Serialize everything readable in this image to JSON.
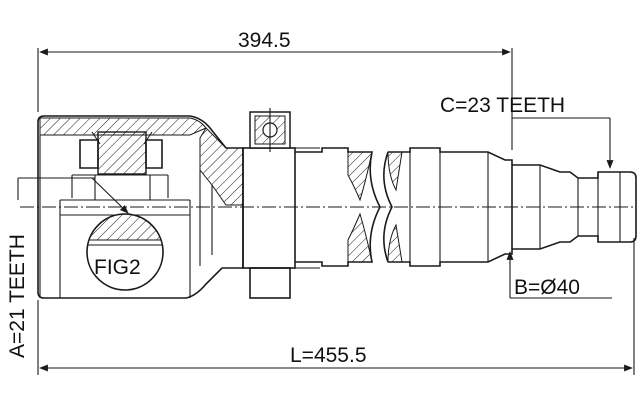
{
  "drawing": {
    "dim_top": "394.5",
    "dim_bottom": "L=455.5",
    "spline_c": "C=23 TEETH",
    "spline_a": "A=21 TEETH",
    "shaft_b": "B=Ø40",
    "fig_ref": "FIG2"
  }
}
